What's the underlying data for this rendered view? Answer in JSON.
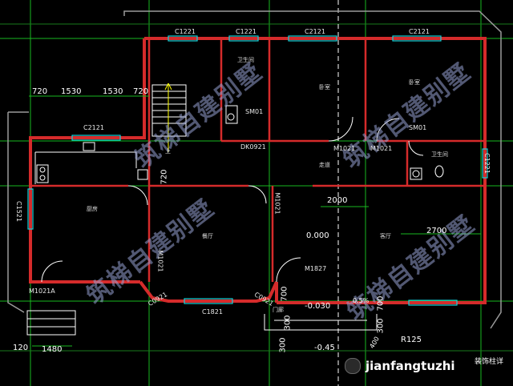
{
  "dims": {
    "top": [
      "720",
      "1530",
      "1530",
      "720"
    ],
    "d720_v": "720",
    "d2000": "2000",
    "d2700": "2700",
    "level_main": "0.000",
    "level_entry": "-0.030",
    "level_out": "-0.45",
    "slope": "0.5%",
    "r125": "R125",
    "d120": "120",
    "d1480": "1480",
    "d700a": "700",
    "d700b": "700",
    "d300a": "300",
    "d300b": "300",
    "d300c": "300",
    "d400": "400"
  },
  "windows": {
    "c1221_a": "C1221",
    "c1221_b": "C1221",
    "c2121_a": "C2121",
    "c2121_b": "C2121",
    "c2121_c": "C2121",
    "c1521": "C1521",
    "c1221_r": "C1221",
    "c1821": "C1821",
    "c0921_l": "C0921",
    "c0921_r": "C0921"
  },
  "doors": {
    "sm01_a": "SM01",
    "sm01_b": "SM01",
    "dk0921": "DK0921",
    "m1021_a": "M1021",
    "m1021_b": "M1021",
    "m1021_v": "M1021",
    "m1021_l": "M1021",
    "m1021a": "M1021A",
    "m1827": "M1827"
  },
  "rooms": {
    "bath_top": "卫生间",
    "bedroom_a": "卧室",
    "bedroom_b": "卧室",
    "bath_right": "卫生间",
    "hall": "走道",
    "kitchen": "厨房",
    "dining": "餐厅",
    "living": "客厅",
    "foyer": "门廊",
    "up": "上"
  },
  "watermarks": [
    "筑梯自建别墅",
    "筑梯自建别墅",
    "筑梯自建别墅",
    "筑梯自建别墅"
  ],
  "badge": {
    "icon": "wechat-icon",
    "text": "jianfangtuzhi"
  },
  "corner_text": "装饰柱详",
  "colors": {
    "wall": "#d52b2b",
    "grid": "#19b81f",
    "window": "#14d4dc",
    "furniture": "#ffffff"
  }
}
